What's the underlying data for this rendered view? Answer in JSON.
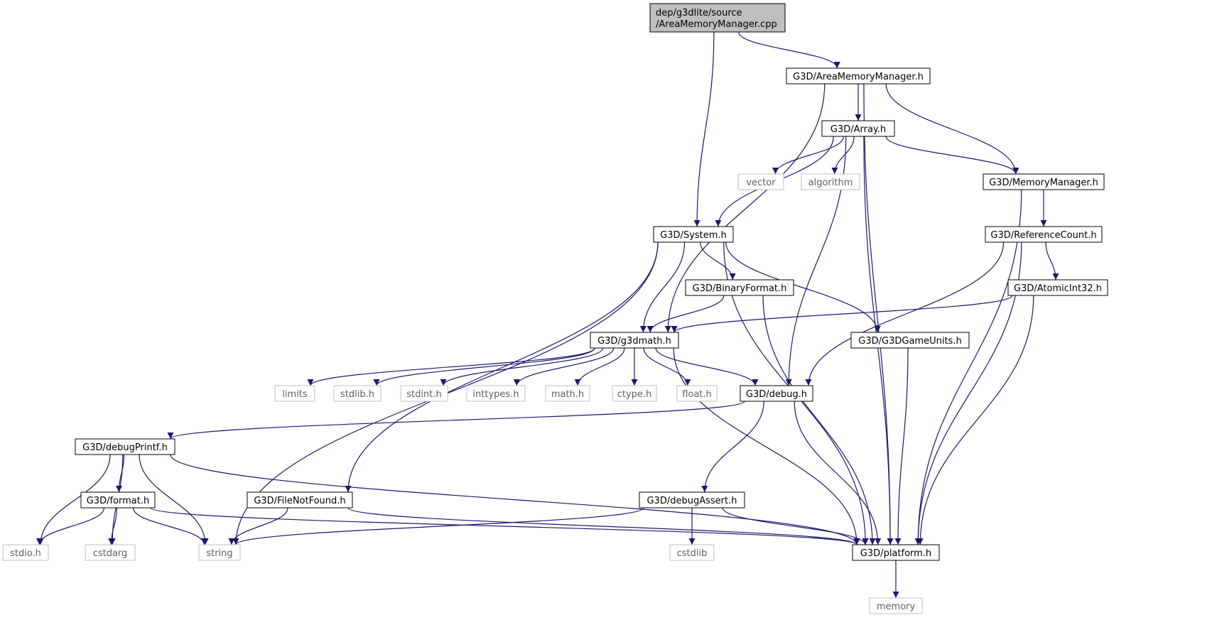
{
  "graph": {
    "colors": {
      "edge": "#191970",
      "root_fill": "#bfbfbf",
      "node_border": "#000000",
      "external_border": "#bfbfbf",
      "external_text": "#606060",
      "text": "#000000"
    },
    "nodes": {
      "root": {
        "lines": [
          "dep/g3dlite/source",
          "/AreaMemoryManager.cpp"
        ],
        "kind": "root"
      },
      "areamem": {
        "lines": [
          "G3D/AreaMemoryManager.h"
        ],
        "kind": "file"
      },
      "array": {
        "lines": [
          "G3D/Array.h"
        ],
        "kind": "file"
      },
      "vector": {
        "lines": [
          "vector"
        ],
        "kind": "external"
      },
      "algorithm": {
        "lines": [
          "algorithm"
        ],
        "kind": "external"
      },
      "memmgr": {
        "lines": [
          "G3D/MemoryManager.h"
        ],
        "kind": "file"
      },
      "system": {
        "lines": [
          "G3D/System.h"
        ],
        "kind": "file"
      },
      "refcount": {
        "lines": [
          "G3D/ReferenceCount.h"
        ],
        "kind": "file"
      },
      "binfmt": {
        "lines": [
          "G3D/BinaryFormat.h"
        ],
        "kind": "file"
      },
      "atomic": {
        "lines": [
          "G3D/AtomicInt32.h"
        ],
        "kind": "file"
      },
      "g3dmath": {
        "lines": [
          "G3D/g3dmath.h"
        ],
        "kind": "file"
      },
      "gameunits": {
        "lines": [
          "G3D/G3DGameUnits.h"
        ],
        "kind": "file"
      },
      "limits": {
        "lines": [
          "limits"
        ],
        "kind": "external"
      },
      "stdlib": {
        "lines": [
          "stdlib.h"
        ],
        "kind": "external"
      },
      "stdint": {
        "lines": [
          "stdint.h"
        ],
        "kind": "external"
      },
      "inttypes": {
        "lines": [
          "inttypes.h"
        ],
        "kind": "external"
      },
      "math": {
        "lines": [
          "math.h"
        ],
        "kind": "external"
      },
      "ctype": {
        "lines": [
          "ctype.h"
        ],
        "kind": "external"
      },
      "float": {
        "lines": [
          "float.h"
        ],
        "kind": "external"
      },
      "debug": {
        "lines": [
          "G3D/debug.h"
        ],
        "kind": "file"
      },
      "debugprintf": {
        "lines": [
          "G3D/debugPrintf.h"
        ],
        "kind": "file"
      },
      "format": {
        "lines": [
          "G3D/format.h"
        ],
        "kind": "file"
      },
      "filenotfound": {
        "lines": [
          "G3D/FileNotFound.h"
        ],
        "kind": "file"
      },
      "debugassert": {
        "lines": [
          "G3D/debugAssert.h"
        ],
        "kind": "file"
      },
      "stdio": {
        "lines": [
          "stdio.h"
        ],
        "kind": "external"
      },
      "cstdarg": {
        "lines": [
          "cstdarg"
        ],
        "kind": "external"
      },
      "string": {
        "lines": [
          "string"
        ],
        "kind": "external"
      },
      "cstdlib": {
        "lines": [
          "cstdlib"
        ],
        "kind": "external"
      },
      "platform": {
        "lines": [
          "G3D/platform.h"
        ],
        "kind": "file"
      },
      "memory": {
        "lines": [
          "memory"
        ],
        "kind": "external"
      }
    },
    "edges": [
      [
        "root",
        "areamem"
      ],
      [
        "root",
        "system"
      ],
      [
        "areamem",
        "array"
      ],
      [
        "areamem",
        "memmgr"
      ],
      [
        "areamem",
        "g3dmath"
      ],
      [
        "areamem",
        "platform"
      ],
      [
        "array",
        "vector"
      ],
      [
        "array",
        "algorithm"
      ],
      [
        "array",
        "memmgr"
      ],
      [
        "array",
        "system"
      ],
      [
        "array",
        "debug"
      ],
      [
        "array",
        "platform"
      ],
      [
        "memmgr",
        "refcount"
      ],
      [
        "memmgr",
        "platform"
      ],
      [
        "refcount",
        "atomic"
      ],
      [
        "refcount",
        "debug"
      ],
      [
        "refcount",
        "platform"
      ],
      [
        "atomic",
        "g3dmath"
      ],
      [
        "atomic",
        "platform"
      ],
      [
        "system",
        "binfmt"
      ],
      [
        "system",
        "g3dmath"
      ],
      [
        "system",
        "gameunits"
      ],
      [
        "system",
        "string"
      ],
      [
        "system",
        "filenotfound"
      ],
      [
        "system",
        "platform"
      ],
      [
        "binfmt",
        "g3dmath"
      ],
      [
        "binfmt",
        "platform"
      ],
      [
        "gameunits",
        "platform"
      ],
      [
        "g3dmath",
        "limits"
      ],
      [
        "g3dmath",
        "stdlib"
      ],
      [
        "g3dmath",
        "stdint"
      ],
      [
        "g3dmath",
        "inttypes"
      ],
      [
        "g3dmath",
        "math"
      ],
      [
        "g3dmath",
        "ctype"
      ],
      [
        "g3dmath",
        "float"
      ],
      [
        "g3dmath",
        "debug"
      ],
      [
        "g3dmath",
        "platform"
      ],
      [
        "debug",
        "debugprintf"
      ],
      [
        "debug",
        "debugassert"
      ],
      [
        "debug",
        "platform"
      ],
      [
        "debugprintf",
        "format"
      ],
      [
        "debugprintf",
        "stdio"
      ],
      [
        "debugprintf",
        "cstdarg"
      ],
      [
        "debugprintf",
        "string"
      ],
      [
        "debugprintf",
        "platform"
      ],
      [
        "format",
        "stdio"
      ],
      [
        "format",
        "cstdarg"
      ],
      [
        "format",
        "string"
      ],
      [
        "format",
        "platform"
      ],
      [
        "filenotfound",
        "string"
      ],
      [
        "filenotfound",
        "platform"
      ],
      [
        "debugassert",
        "string"
      ],
      [
        "debugassert",
        "cstdlib"
      ],
      [
        "debugassert",
        "platform"
      ],
      [
        "platform",
        "memory"
      ]
    ]
  }
}
